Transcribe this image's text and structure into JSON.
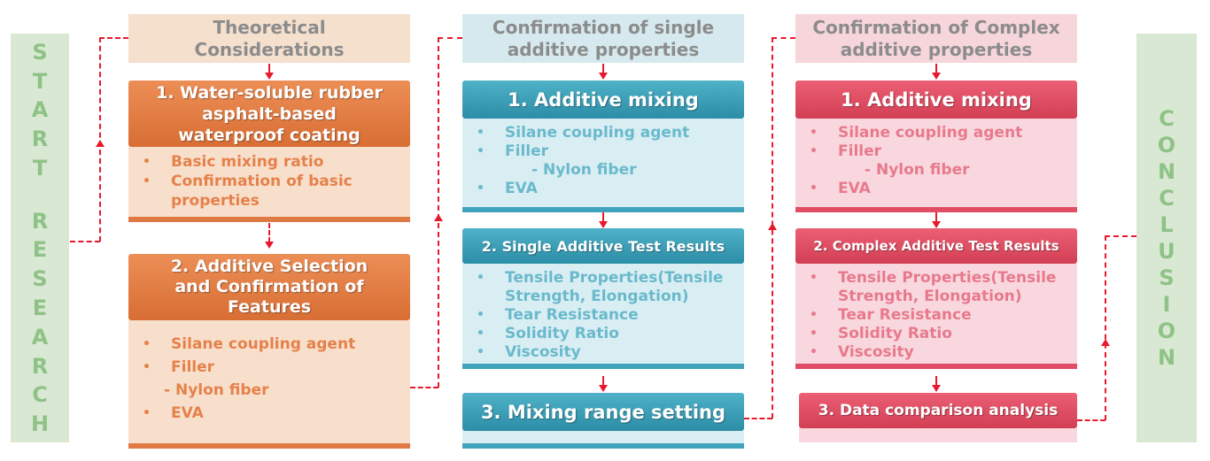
{
  "start_letters": [
    "S",
    "T",
    "A",
    "R",
    "T",
    "",
    "R",
    "E",
    "S",
    "E",
    "A",
    "R",
    "C",
    "H"
  ],
  "conclusion_letters": [
    "C",
    "O",
    "N",
    "C",
    "L",
    "U",
    "S",
    "I",
    "O",
    "N"
  ],
  "columns": {
    "theory": {
      "header": [
        "Theoretical",
        "Considerations"
      ],
      "box1": {
        "title": [
          "1. Water-soluble rubber",
          "asphalt-based",
          "waterproof coating"
        ],
        "items": [
          "Basic mixing ratio",
          "Confirmation of basic",
          "properties"
        ]
      },
      "box2": {
        "title": [
          "2. Additive Selection",
          "and Confirmation of",
          "Features"
        ],
        "items": [
          "Silane coupling agent",
          "Filler",
          "- Nylon fiber",
          "EVA"
        ]
      }
    },
    "single": {
      "header": [
        "Confirmation of single",
        "additive properties"
      ],
      "box1": {
        "title": "1. Additive mixing",
        "items": [
          "Silane coupling agent",
          "Filler",
          "- Nylon fiber",
          "EVA"
        ]
      },
      "box2": {
        "title": "2. Single Additive Test Results",
        "items": [
          "Tensile Properties(Tensile",
          "Strength, Elongation)",
          "Tear Resistance",
          "Solidity Ratio",
          "Viscosity"
        ]
      },
      "box3": {
        "title": "3. Mixing range setting"
      }
    },
    "complex": {
      "header": [
        "Confirmation of Complex",
        "additive properties"
      ],
      "box1": {
        "title": "1. Additive mixing",
        "items": [
          "Silane coupling agent",
          "Filler",
          "- Nylon fiber",
          "EVA"
        ]
      },
      "box2": {
        "title": "2. Complex Additive Test Results",
        "items": [
          "Tensile Properties(Tensile",
          "Strength, Elongation)",
          "Tear Resistance",
          "Solidity Ratio",
          "Viscosity"
        ]
      },
      "box3": {
        "title": "3. Data comparison analysis"
      }
    }
  },
  "colors": {
    "orange": "#e07a45",
    "blue": "#41a3bb",
    "pink": "#e14d65",
    "green": "#8fc287",
    "connector": "#e8192c"
  }
}
